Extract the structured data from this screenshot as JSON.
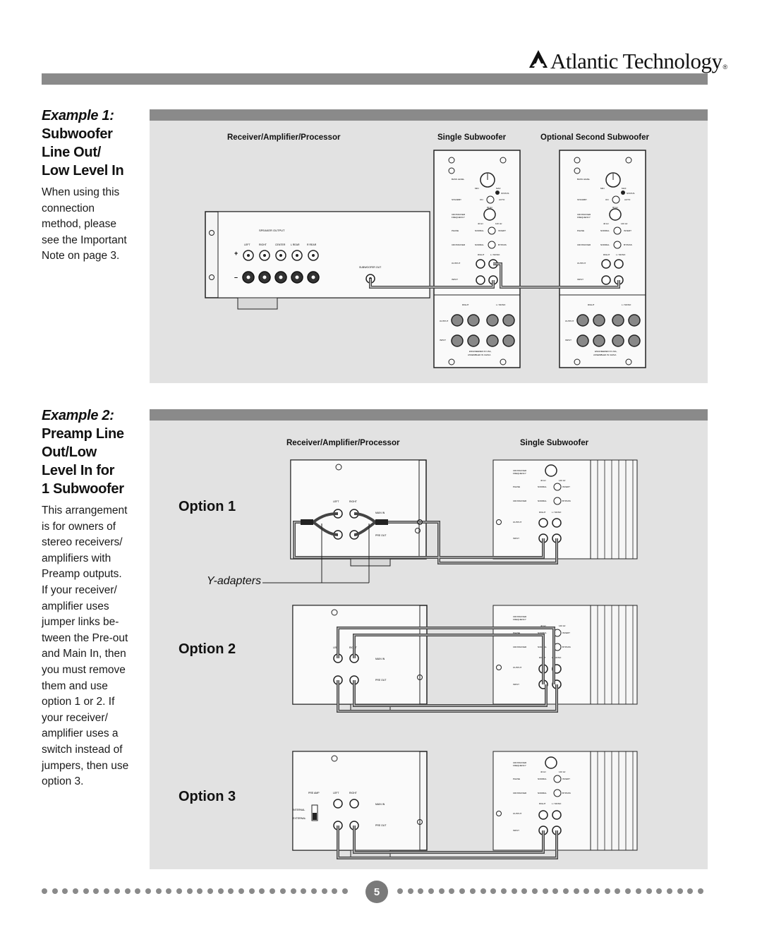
{
  "header": {
    "brand": "Atlantic Technology",
    "registered": "®"
  },
  "example1": {
    "label": "Example 1:",
    "title_lines": [
      "Subwoofer",
      "Line Out/",
      "Low Level In"
    ],
    "body_lines": [
      "When using this",
      "connection",
      "method, please",
      "see the Important",
      "Note on page 3."
    ],
    "diagram": {
      "receiver_label": "Receiver/Amplifier/Processor",
      "single_sub_label": "Single Subwoofer",
      "second_sub_label": "Optional Second Subwoofer",
      "speaker_output": "SPEAKER OUTPUT",
      "channels": [
        "LEFT",
        "RIGHT",
        "CENTER",
        "L REAR",
        "R REAR"
      ],
      "plus": "+",
      "minus": "–",
      "subwoofer_out": "SUBWOOFER OUT",
      "sub_panel": {
        "bass_level": "BASS LEVEL",
        "min": "MIN",
        "max": "MAX",
        "status": "STATUS",
        "standby": "STANDBY",
        "on": "ON",
        "auto": "AUTO",
        "crossover_frequency": "CROSSOVER FREQUENCY",
        "freq_low": "40 Hz",
        "freq_high": "140 Hz",
        "freq_mid": "90 Hz",
        "phase": "PHASE",
        "normal": "NORMAL",
        "invert": "INVERT",
        "crossover": "CROSSOVER",
        "bypass": "BYPASS",
        "right": "RIGHT",
        "l_mono": "L / MONO",
        "output": "OUTPUT",
        "input": "INPUT",
        "made": "ENGINEERED IN USA, ASSEMBLED IN CHINA"
      }
    }
  },
  "example2": {
    "label": "Example 2:",
    "title_lines": [
      "Preamp Line",
      "Out/Low",
      "Level In for",
      "1 Subwoofer"
    ],
    "body_lines": [
      "This arrangement",
      "is for owners of",
      "stereo receivers/",
      "amplifiers with",
      "Preamp outputs.",
      "If your receiver/",
      "amplifier uses",
      "jumper links be-",
      "tween the Pre-out",
      "and Main In, then",
      "you must remove",
      "them and use",
      "option 1 or 2. If",
      "your receiver/",
      "amplifier uses a",
      "switch instead of",
      "jumpers, then use",
      "option 3."
    ],
    "diagram": {
      "receiver_label": "Receiver/Amplifier/Processor",
      "single_sub_label": "Single Subwoofer",
      "options": [
        "Option 1",
        "Option 2",
        "Option 3"
      ],
      "y_adapters": "Y-adapters",
      "left": "LEFT",
      "right": "RIGHT",
      "main_in": "MAIN IN",
      "pre_out": "PRE OUT",
      "pre_amp": "PRE AMP",
      "internal": "INTERNAL",
      "external": "EXTERNAL"
    }
  },
  "footer": {
    "page": "5"
  },
  "colors": {
    "bar": "#8a8a8a",
    "panel": "#e2e2e2",
    "cable": "#555555"
  }
}
